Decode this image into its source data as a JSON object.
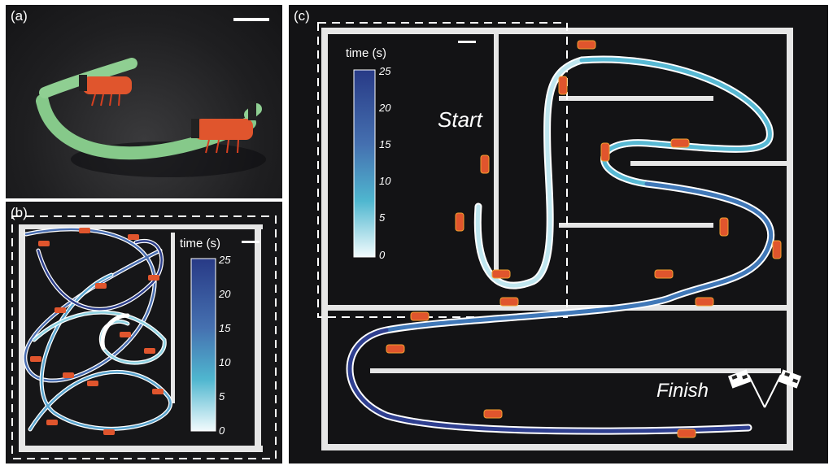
{
  "panels": {
    "a": {
      "label": "(a)"
    },
    "b": {
      "label": "(b)",
      "colorbar": {
        "title": "time (s)",
        "ticks": [
          "25",
          "20",
          "15",
          "10",
          "5",
          "0"
        ]
      }
    },
    "c": {
      "label": "(c)",
      "colorbar": {
        "title": "time (s)",
        "ticks": [
          "25",
          "20",
          "15",
          "10",
          "5",
          "0"
        ]
      },
      "start_label": "Start",
      "finish_label": "Finish"
    }
  },
  "colors": {
    "colormap_low": "#f2fbfd",
    "colormap_mid": "#4fb6cf",
    "colormap_high": "#283a86",
    "robot_body": "#e0552d",
    "leg_strip": "#7fbf7a",
    "wall": "#e6e6e6"
  }
}
